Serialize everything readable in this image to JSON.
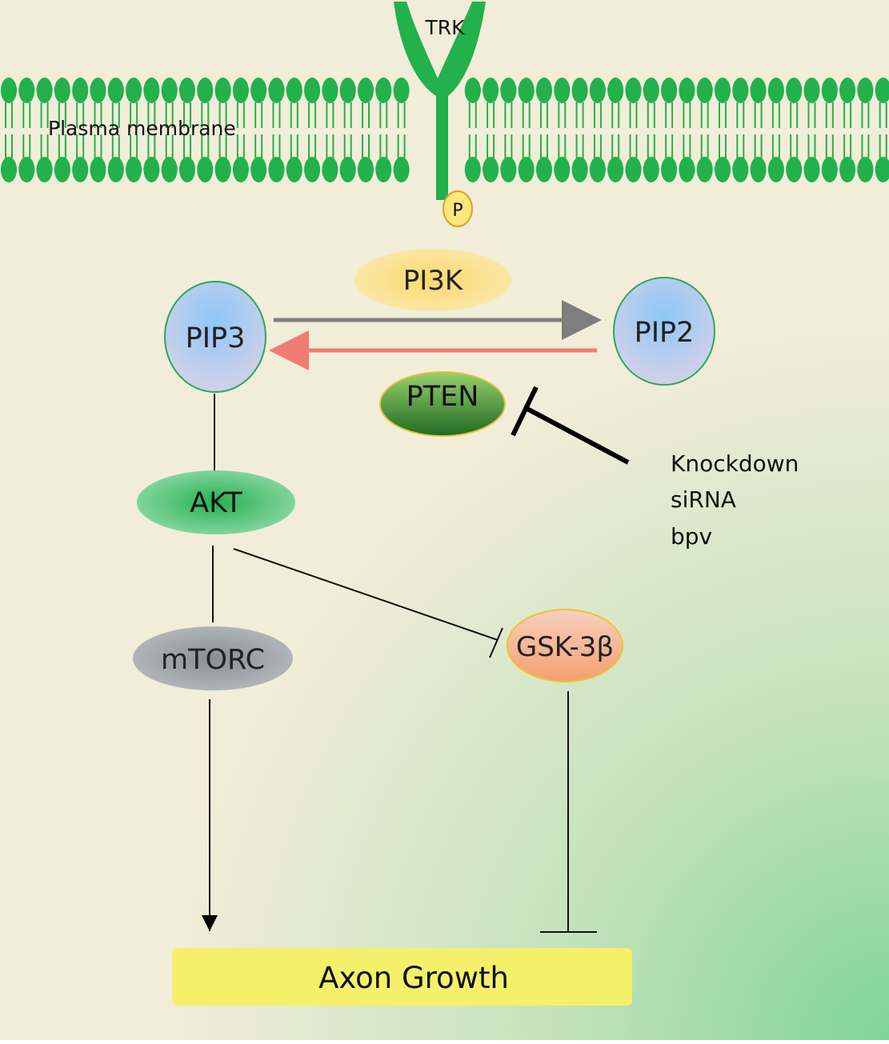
{
  "membrane": {
    "label": "Plasma membrane"
  },
  "receptor": {
    "label": "TRK",
    "phospho_label": "P"
  },
  "nodes": {
    "pi3k": "PI3K",
    "pip3": "PIP3",
    "pip2": "PIP2",
    "pten": "PTEN",
    "akt": "AKT",
    "mtorc": "mTORC",
    "gsk3b": "GSK-3β",
    "axon_growth": "Axon Growth"
  },
  "inhibitors": [
    "Knockdown",
    "siRNA",
    "bpv"
  ],
  "colors": {
    "background": "#f2edd8",
    "background_corner": "#86d79f",
    "membrane": "#22b14c",
    "forward_arrow": "#7f7f7f",
    "reverse_arrow": "#ef7b72",
    "axon_box": "#f5f06a"
  }
}
